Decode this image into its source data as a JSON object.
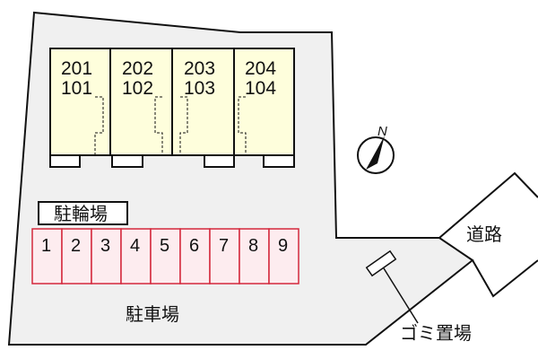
{
  "site": {
    "north_label": "N",
    "road_label": "道路",
    "parking_lot_label": "駐車場",
    "bicycle_parking_label": "駐輪場",
    "garbage_area_label": "ゴミ置場"
  },
  "building": {
    "units": [
      {
        "upper": "201",
        "lower": "101"
      },
      {
        "upper": "202",
        "lower": "102"
      },
      {
        "upper": "203",
        "lower": "103"
      },
      {
        "upper": "204",
        "lower": "104"
      }
    ]
  },
  "parking_spaces": [
    "1",
    "2",
    "3",
    "4",
    "5",
    "6",
    "7",
    "8",
    "9"
  ],
  "colors": {
    "lot_fill": "#f0f0f0",
    "building_fill": "#fefedc",
    "parking_fill": "#fdecef",
    "parking_stroke": "#d4283c",
    "line": "#111111"
  }
}
